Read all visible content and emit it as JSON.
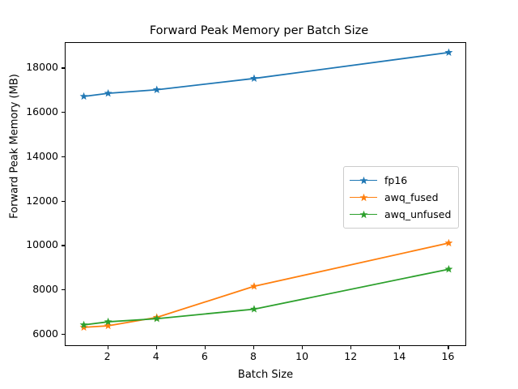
{
  "chart_data": {
    "type": "line",
    "title": "Forward Peak Memory per Batch Size",
    "xlabel": "Batch Size",
    "ylabel": "Forward Peak Memory (MB)",
    "x": [
      1,
      2,
      4,
      8,
      16
    ],
    "xlim": [
      0.25,
      16.75
    ],
    "ylim": [
      5450,
      19150
    ],
    "xticks": [
      2,
      4,
      6,
      8,
      10,
      12,
      14,
      16
    ],
    "yticks": [
      6000,
      8000,
      10000,
      12000,
      14000,
      16000,
      18000
    ],
    "grid": false,
    "legend_position": "center right",
    "marker": "star",
    "series": [
      {
        "name": "fp16",
        "color": "#1f77b4",
        "values": [
          16740,
          16880,
          17040,
          17550,
          18720
        ]
      },
      {
        "name": "awq_fused",
        "color": "#ff7f0e",
        "values": [
          6330,
          6400,
          6780,
          8180,
          10130
        ]
      },
      {
        "name": "awq_unfused",
        "color": "#2ca02c",
        "values": [
          6440,
          6580,
          6720,
          7150,
          8950
        ]
      }
    ]
  }
}
